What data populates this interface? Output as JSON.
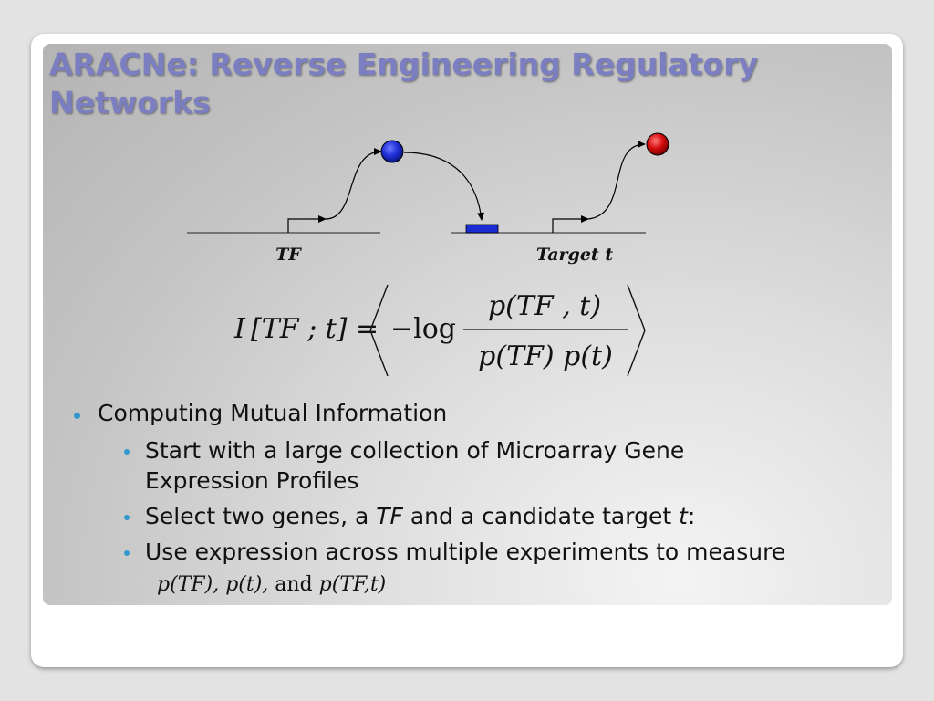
{
  "slide": {
    "title_line1": "ARACNe: Reverse Engineering Regulatory",
    "title_line2": "Networks"
  },
  "diagram": {
    "tf_label": "TF",
    "target_label": "Target t",
    "colors": {
      "tf_protein": "#1e2fd6",
      "target_protein": "#d40b0b",
      "binding_site": "#1a2bd0",
      "title": "#7b7fc1",
      "bullet": "#3399cc"
    }
  },
  "formula": {
    "lhs_I": "I",
    "lhs_args": "[TF ; t] =",
    "neglog": "−log",
    "numerator": "p(TF , t)",
    "denominator": "p(TF) p(t)"
  },
  "bullets": {
    "level1": "Computing Mutual Information",
    "item1_line1": "Start with a large collection of Microarray Gene",
    "item1_line2": "Expression Profiles",
    "item2_pre": "Select two genes, a ",
    "item2_tf": "TF",
    "item2_mid": " and a candidate target ",
    "item2_t": "t",
    "item2_post": ":",
    "item3": "Use expression across multiple experiments to measure",
    "measures": {
      "p_tf": "p(TF),",
      "p_t": "p(t),",
      "and": "and",
      "p_joint": "p(TF,t)"
    }
  }
}
